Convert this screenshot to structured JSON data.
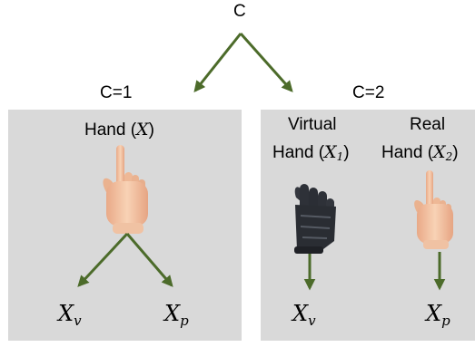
{
  "root": {
    "label": "C"
  },
  "branches": [
    {
      "condition": "C=1",
      "hand_label": {
        "prefix": "Hand (",
        "var": "X",
        "suffix": ")"
      },
      "outputs": [
        {
          "base": "X",
          "sub": "v"
        },
        {
          "base": "X",
          "sub": "p"
        }
      ]
    },
    {
      "condition": "C=2",
      "virtual_hand": {
        "line1": "Virtual",
        "prefix": "Hand (",
        "var": "X",
        "sub": "1",
        "suffix": ")"
      },
      "real_hand": {
        "line1": "Real",
        "prefix": "Hand (",
        "var": "X",
        "sub": "2",
        "suffix": ")"
      },
      "outputs": [
        {
          "base": "X",
          "sub": "v"
        },
        {
          "base": "X",
          "sub": "p"
        }
      ]
    }
  ],
  "colors": {
    "arrow": "#4c6b2a",
    "panel": "#d9d9d9",
    "skin": "#f2c2a0",
    "glove": "#2e3138"
  }
}
